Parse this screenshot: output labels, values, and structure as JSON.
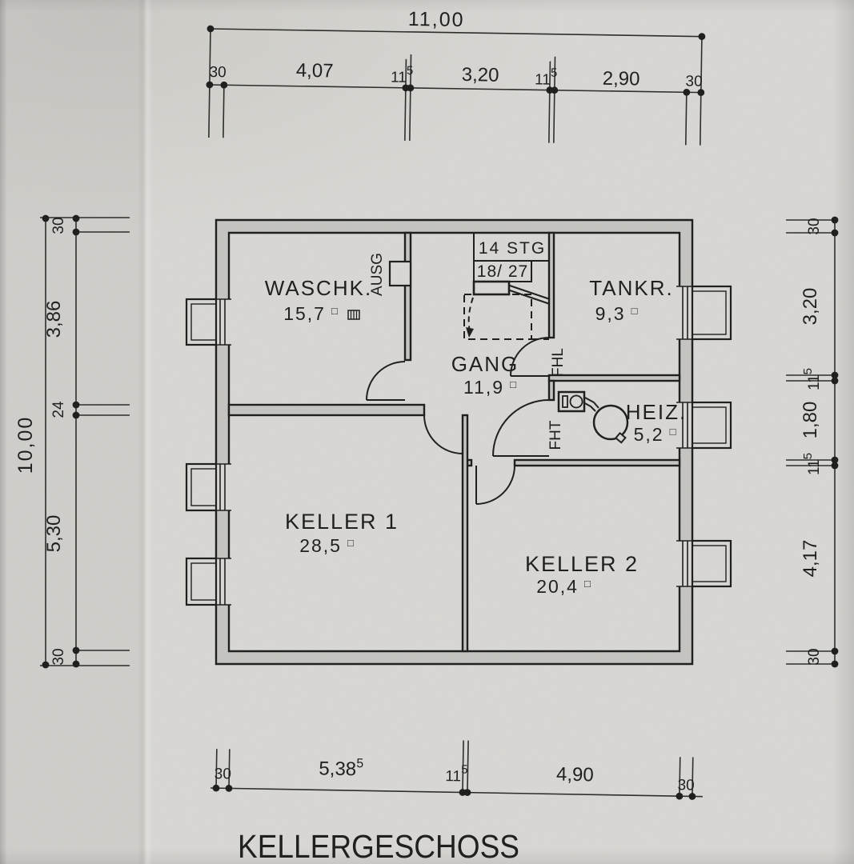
{
  "document": {
    "title": "KELLERGESCHOSS"
  },
  "plan": {
    "rooms": {
      "waschk": {
        "name": "WASCHK.",
        "area": "15,7"
      },
      "tankr": {
        "name": "TANKR.",
        "area": "9,3"
      },
      "gang": {
        "name": "GANG",
        "area": "11,9"
      },
      "heiz": {
        "name": "HEIZ.",
        "area": "5,2"
      },
      "keller1": {
        "name": "KELLER 1",
        "area": "28,5"
      },
      "keller2": {
        "name": "KELLER 2",
        "area": "20,4"
      }
    },
    "area_unit": "□",
    "stairs": {
      "count": "14 STG",
      "ratio": "18/ 27"
    },
    "door_labels": {
      "ausg": "AUSG",
      "fhl": "FHL",
      "fht": "FHT"
    }
  },
  "dims": {
    "top": {
      "overall": "11,00",
      "chain": [
        {
          "t": "30"
        },
        {
          "t": "4,07"
        },
        {
          "t": "11",
          "sup": "5"
        },
        {
          "t": "3,20"
        },
        {
          "t": "11",
          "sup": "5"
        },
        {
          "t": "2,90"
        },
        {
          "t": "30"
        }
      ]
    },
    "left": {
      "overall": "10,00",
      "chain": [
        {
          "t": "30"
        },
        {
          "t": "3,86"
        },
        {
          "t": "24"
        },
        {
          "t": "5,30"
        },
        {
          "t": "30"
        }
      ]
    },
    "right": {
      "chain": [
        {
          "t": "30"
        },
        {
          "t": "3,20"
        },
        {
          "t": "11",
          "sup": "5"
        },
        {
          "t": "1,80"
        },
        {
          "t": "11",
          "sup": "5"
        },
        {
          "t": "4,17"
        },
        {
          "t": "30"
        }
      ]
    },
    "bottom": {
      "chain": [
        {
          "t": "30"
        },
        {
          "t": "5,38",
          "sup": "5"
        },
        {
          "t": "11",
          "sup": "5"
        },
        {
          "t": "4,90"
        },
        {
          "t": "30"
        }
      ]
    }
  },
  "colors": {
    "paper": "#d9d8d4",
    "ink": "#1d1d1b",
    "wall_fill": "#c6c5c1"
  }
}
